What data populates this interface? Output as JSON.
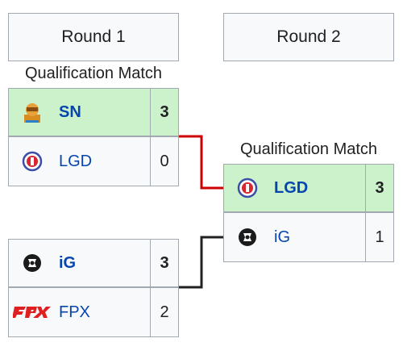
{
  "rounds": [
    {
      "label": "Round 1"
    },
    {
      "label": "Round 2"
    }
  ],
  "round1": {
    "match_label": "Qualification Match",
    "match1": {
      "team1": {
        "name": "SN",
        "score": "3",
        "icon": "sn-logo-icon"
      },
      "team2": {
        "name": "LGD",
        "score": "0",
        "icon": "lgd-logo-icon"
      }
    },
    "match2": {
      "team1": {
        "name": "iG",
        "score": "3",
        "icon": "ig-logo-icon"
      },
      "team2": {
        "name": "FPX",
        "score": "2",
        "icon": "fpx-logo-icon"
      }
    }
  },
  "round2": {
    "match_label": "Qualification Match",
    "match1": {
      "team1": {
        "name": "LGD",
        "score": "3",
        "icon": "lgd-logo-icon"
      },
      "team2": {
        "name": "iG",
        "score": "1",
        "icon": "ig-logo-icon"
      }
    }
  },
  "colors": {
    "winner_bg": "#ccf2cc",
    "loser_bg": "#f8f9fa",
    "connector_winner": "#cc0000",
    "connector_other": "#202122",
    "team_link": "#0645ad"
  }
}
